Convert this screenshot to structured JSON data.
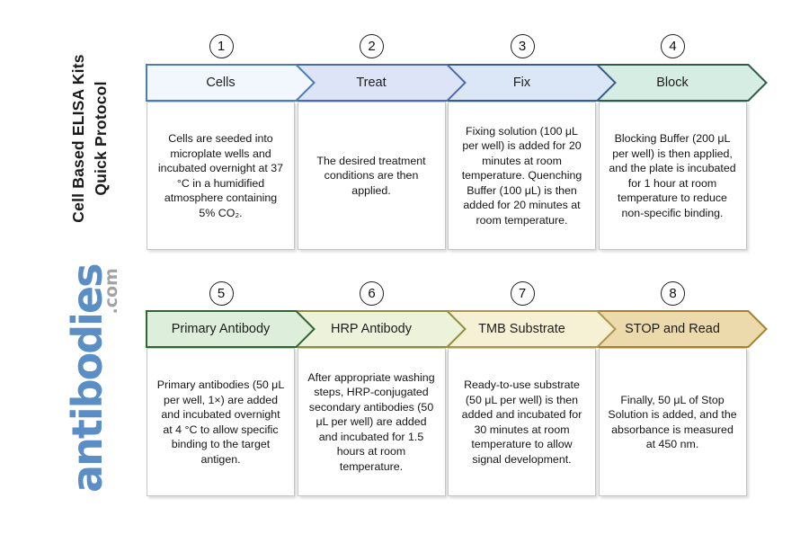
{
  "figure_title": {
    "line1": "Cell Based ELISA Kits",
    "line2": "Quick Protocol"
  },
  "brand": {
    "name": "antibodies",
    "suffix": ".com",
    "name_color": "#5b8ec5",
    "suffix_color": "#a3a3a3"
  },
  "steps": [
    {
      "number": "1",
      "label": "Cells",
      "description": "Cells are seeded into microplate wells and incubated overnight at 37 °C in a humidified atmosphere containing 5% CO₂.",
      "fill": "#f2f7fd",
      "border": "#4e7cb3"
    },
    {
      "number": "2",
      "label": "Treat",
      "description": "The desired treatment conditions are then applied.",
      "fill": "#dde4f8",
      "border": "#4a6ab0"
    },
    {
      "number": "3",
      "label": "Fix",
      "description": "Fixing solution (100 μL per well) is added for 20 minutes at room temperature. Quenching Buffer (100 μL) is then added for 20 minutes at room temperature.",
      "fill": "#dbe7f7",
      "border": "#375e8a"
    },
    {
      "number": "4",
      "label": "Block",
      "description": "Blocking Buffer (200 μL per well) is then applied, and the plate is incubated for 1 hour at room temperature to reduce non-specific binding.",
      "fill": "#d6ede3",
      "border": "#2f5c4c"
    },
    {
      "number": "5",
      "label": "Primary Antibody",
      "description": "Primary antibodies (50 μL per well, 1×) are added and incubated overnight at 4 °C to allow specific binding to the target antigen.",
      "fill": "#ddeeda",
      "border": "#2f6633"
    },
    {
      "number": "6",
      "label": "HRP Antibody",
      "description": "After appropriate washing steps, HRP-conjugated secondary antibodies (50 μL per well) are added and incubated for 1.5 hours at room temperature.",
      "fill": "#edf3da",
      "border": "#8e8e3e"
    },
    {
      "number": "7",
      "label": "TMB Substrate",
      "description": "Ready-to-use substrate (50 μL per well) is then added and incubated for 30 minutes at room temperature to allow signal development.",
      "fill": "#f6f1d4",
      "border": "#ab974b"
    },
    {
      "number": "8",
      "label": "STOP and Read",
      "description": "Finally, 50 μL of Stop Solution is added, and the absorbance is measured at 450 nm.",
      "fill": "#ecdaad",
      "border": "#a5832e"
    }
  ]
}
